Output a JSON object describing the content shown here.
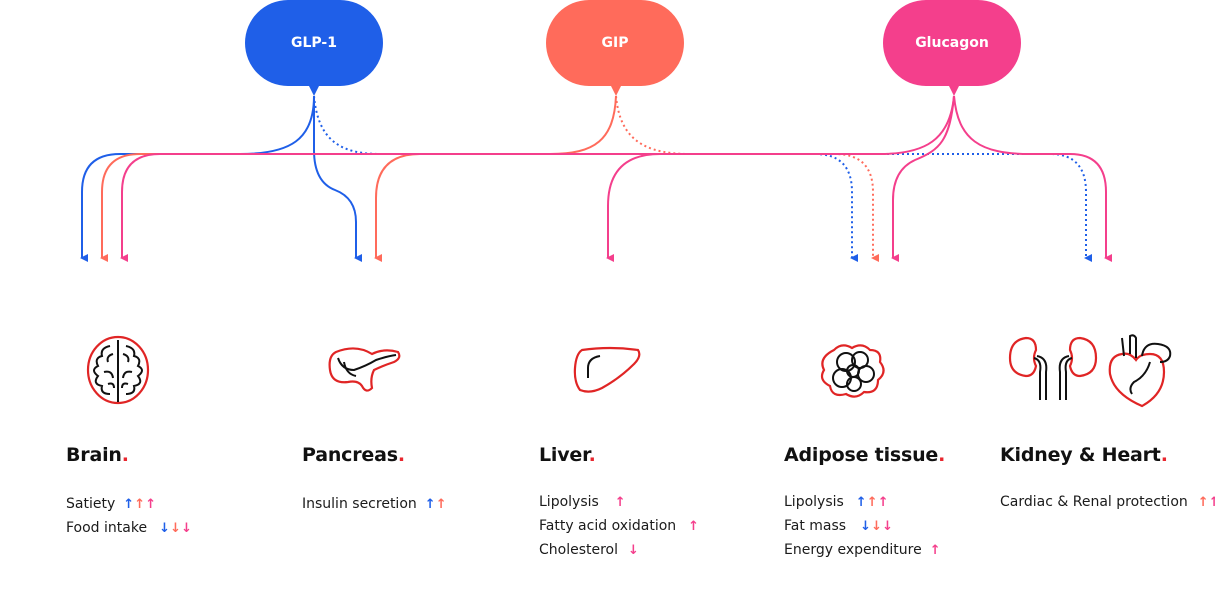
{
  "colors": {
    "glp1": "#1f5fe8",
    "gip": "#ff6b5b",
    "glucagon": "#f43f8c",
    "organ_outline": "#e02525",
    "organ_dark": "#111111"
  },
  "hormones": [
    {
      "id": "glp1",
      "label": "GLP-1",
      "color": "#1f5fe8"
    },
    {
      "id": "gip",
      "label": "GIP",
      "color": "#ff6b5b"
    },
    {
      "id": "glucagon",
      "label": "Glucagon",
      "color": "#f43f8c"
    }
  ],
  "organs": [
    {
      "id": "brain",
      "title": "Brain",
      "icon": "brain-icon",
      "effects": [
        {
          "label": "Satiety",
          "arrows": [
            {
              "dir": "up",
              "hormone": "glp1"
            },
            {
              "dir": "up",
              "hormone": "gip"
            },
            {
              "dir": "up",
              "hormone": "glucagon"
            }
          ]
        },
        {
          "label": "Food intake",
          "arrows": [
            {
              "dir": "down",
              "hormone": "glp1"
            },
            {
              "dir": "down",
              "hormone": "gip"
            },
            {
              "dir": "down",
              "hormone": "glucagon"
            }
          ]
        }
      ]
    },
    {
      "id": "pancreas",
      "title": "Pancreas",
      "icon": "pancreas-icon",
      "effects": [
        {
          "label": "Insulin secretion",
          "arrows": [
            {
              "dir": "up",
              "hormone": "glp1"
            },
            {
              "dir": "up",
              "hormone": "gip"
            }
          ]
        }
      ]
    },
    {
      "id": "liver",
      "title": "Liver",
      "icon": "liver-icon",
      "effects": [
        {
          "label": "Lipolysis",
          "arrows": [
            {
              "dir": "up",
              "hormone": "glucagon"
            }
          ]
        },
        {
          "label": "Fatty acid oxidation",
          "arrows": [
            {
              "dir": "up",
              "hormone": "glucagon"
            }
          ]
        },
        {
          "label": "Cholesterol",
          "arrows": [
            {
              "dir": "down",
              "hormone": "glucagon"
            }
          ]
        }
      ]
    },
    {
      "id": "adipose",
      "title": "Adipose tissue",
      "icon": "adipose-tissue-icon",
      "effects": [
        {
          "label": "Lipolysis",
          "arrows": [
            {
              "dir": "up",
              "hormone": "glp1"
            },
            {
              "dir": "up",
              "hormone": "gip"
            },
            {
              "dir": "up",
              "hormone": "glucagon"
            }
          ]
        },
        {
          "label": "Fat mass",
          "arrows": [
            {
              "dir": "down",
              "hormone": "glp1"
            },
            {
              "dir": "down",
              "hormone": "gip"
            },
            {
              "dir": "down",
              "hormone": "glucagon"
            }
          ]
        },
        {
          "label": "Energy expenditure",
          "arrows": [
            {
              "dir": "up",
              "hormone": "glucagon"
            }
          ]
        }
      ]
    },
    {
      "id": "kidney_heart",
      "title": "Kidney & Heart",
      "icon": "kidney-heart-icon",
      "effects": [
        {
          "label": "Cardiac & Renal protection",
          "arrows": [
            {
              "dir": "up",
              "hormone": "gip"
            },
            {
              "dir": "up",
              "hormone": "glucagon"
            }
          ]
        }
      ]
    }
  ],
  "flows": [
    {
      "from": "glp1",
      "to": "brain",
      "style": "solid"
    },
    {
      "from": "glp1",
      "to": "pancreas",
      "style": "solid"
    },
    {
      "from": "glp1",
      "to": "adipose",
      "style": "dotted"
    },
    {
      "from": "glp1",
      "to": "kidney_heart",
      "style": "dotted"
    },
    {
      "from": "gip",
      "to": "brain",
      "style": "solid"
    },
    {
      "from": "gip",
      "to": "pancreas",
      "style": "solid"
    },
    {
      "from": "gip",
      "to": "adipose",
      "style": "dotted"
    },
    {
      "from": "glucagon",
      "to": "brain",
      "style": "solid"
    },
    {
      "from": "glucagon",
      "to": "liver",
      "style": "solid"
    },
    {
      "from": "glucagon",
      "to": "adipose",
      "style": "solid"
    },
    {
      "from": "glucagon",
      "to": "kidney_heart",
      "style": "solid"
    }
  ]
}
